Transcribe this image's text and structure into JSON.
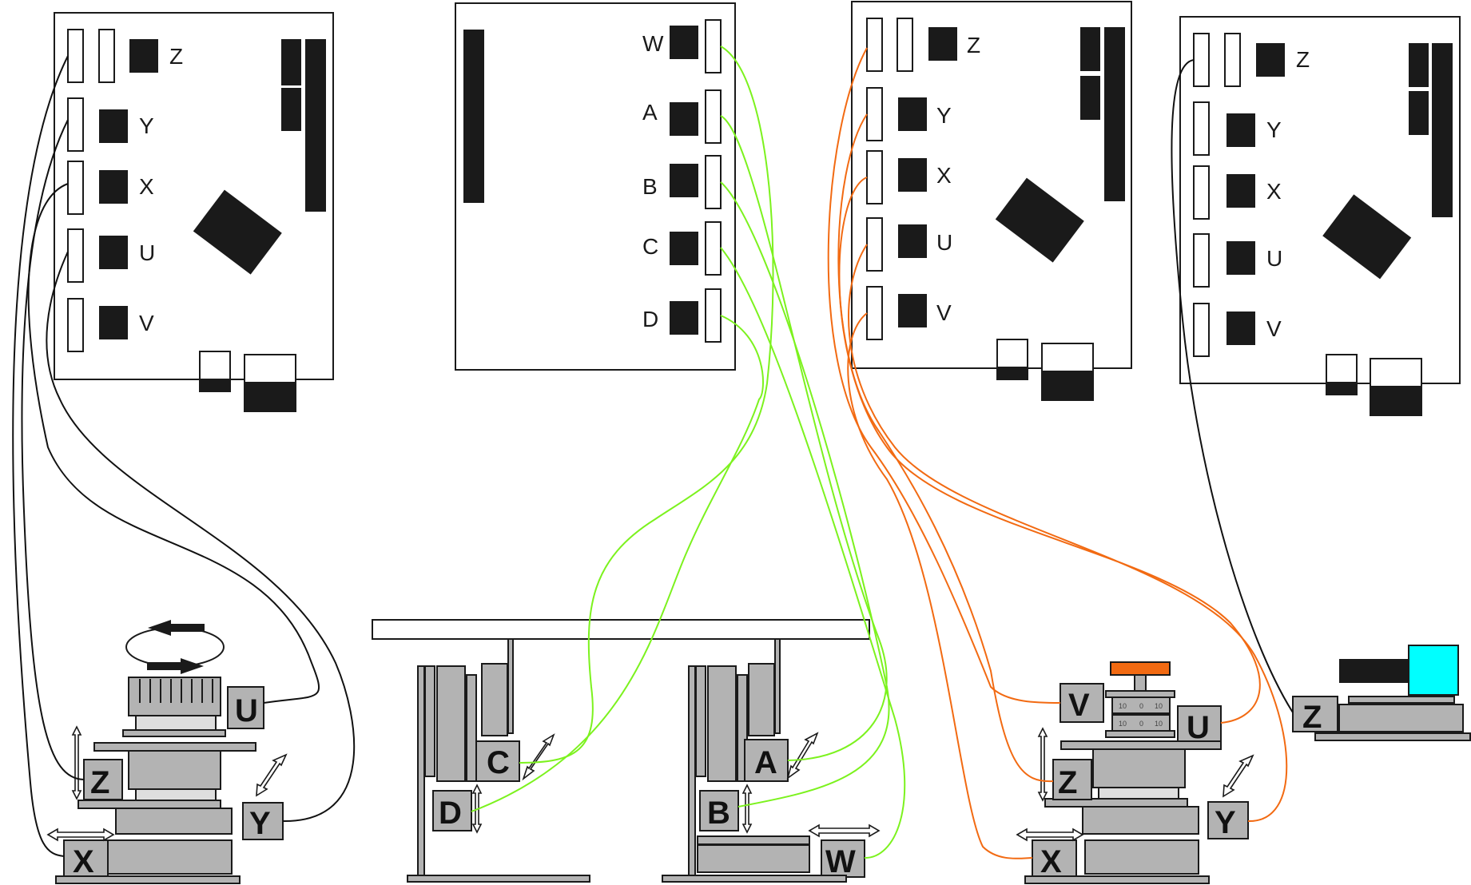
{
  "colors": {
    "board_stroke": "#1a1a1a",
    "chip": "#1a1a1a",
    "machine_body": "#b3b3b3",
    "wire_black": "#111111",
    "wire_green": "#7cf21e",
    "wire_orange": "#f26a12",
    "camera_accent": "#00ffff",
    "knob": "#f26a12"
  },
  "boards": [
    {
      "labels": [
        "Z",
        "Y",
        "X",
        "U",
        "V"
      ]
    },
    {
      "labels": [
        "W",
        "A",
        "B",
        "C",
        "D"
      ]
    },
    {
      "labels": [
        "Z",
        "Y",
        "X",
        "U",
        "V"
      ]
    },
    {
      "labels": [
        "Z",
        "Y",
        "X",
        "U",
        "V"
      ]
    }
  ],
  "stage1": {
    "u": "U",
    "z": "Z",
    "y": "Y",
    "x": "X"
  },
  "stage2": {
    "c": "C",
    "d": "D",
    "a": "A",
    "b": "B",
    "w": "W"
  },
  "stage3": {
    "v": "V",
    "u": "U",
    "z": "Z",
    "y": "Y",
    "x": "X",
    "scale_values": [
      "10",
      "0",
      "10",
      "10",
      "0",
      "10"
    ]
  },
  "stage4": {
    "z": "Z"
  }
}
